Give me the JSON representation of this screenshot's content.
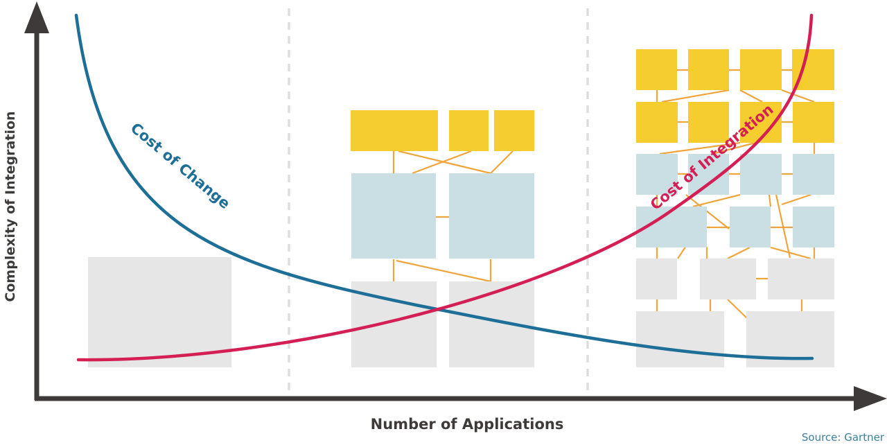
{
  "axes": {
    "y_title": "Complexity of Integration",
    "x_title": "Number of Applications"
  },
  "curves": {
    "change_label": "Cost of Change",
    "integration_label": "Cost of Integration"
  },
  "source": "Source: Gartner",
  "colors": {
    "axis": "#3f3a3a",
    "cost_of_change": "#1d6f97",
    "cost_of_integration": "#d41f55",
    "app_top_layer": "#f5cd2e",
    "app_middle_layer": "#cadfe4",
    "app_bottom_layer": "#e6e6e6",
    "connector": "#f0a43c",
    "divider": "#dddddd"
  }
}
